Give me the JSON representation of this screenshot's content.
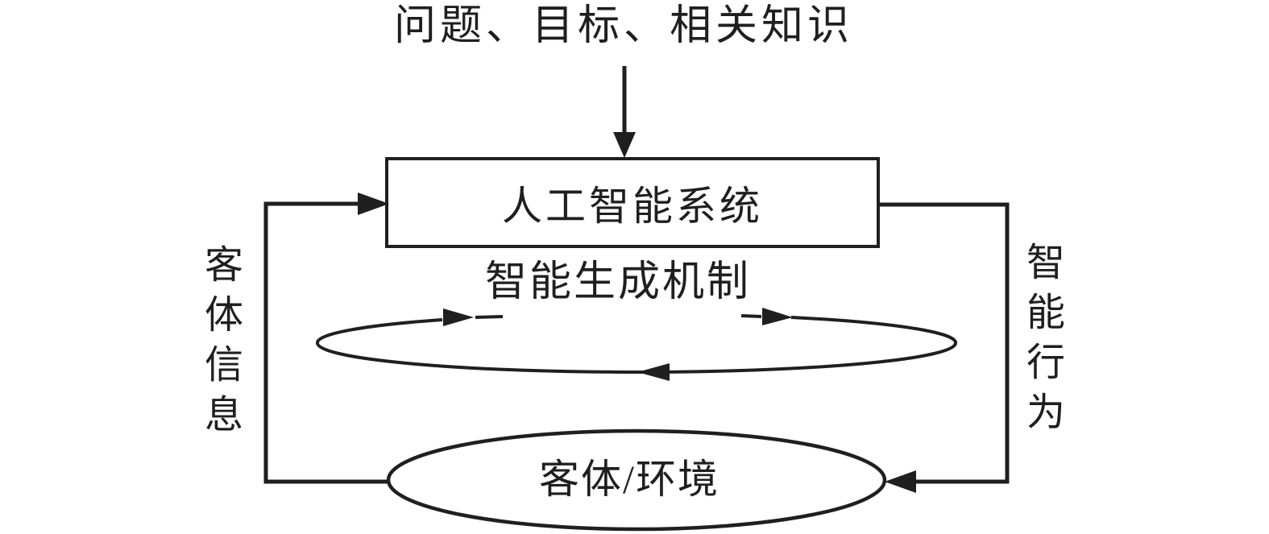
{
  "diagram": {
    "title": "问题、目标、相关知识",
    "nodes": {
      "ai_system": {
        "label": "人工智能系统"
      },
      "mechanism": {
        "label": "智能生成机制"
      },
      "environment": {
        "label": "客体/环境"
      }
    },
    "edges": {
      "left_feedback": {
        "label": "客体信息"
      },
      "right_output": {
        "label": "智能行为"
      }
    },
    "colors": {
      "ink": "#1f1f1f",
      "background": "#ffffff"
    }
  }
}
